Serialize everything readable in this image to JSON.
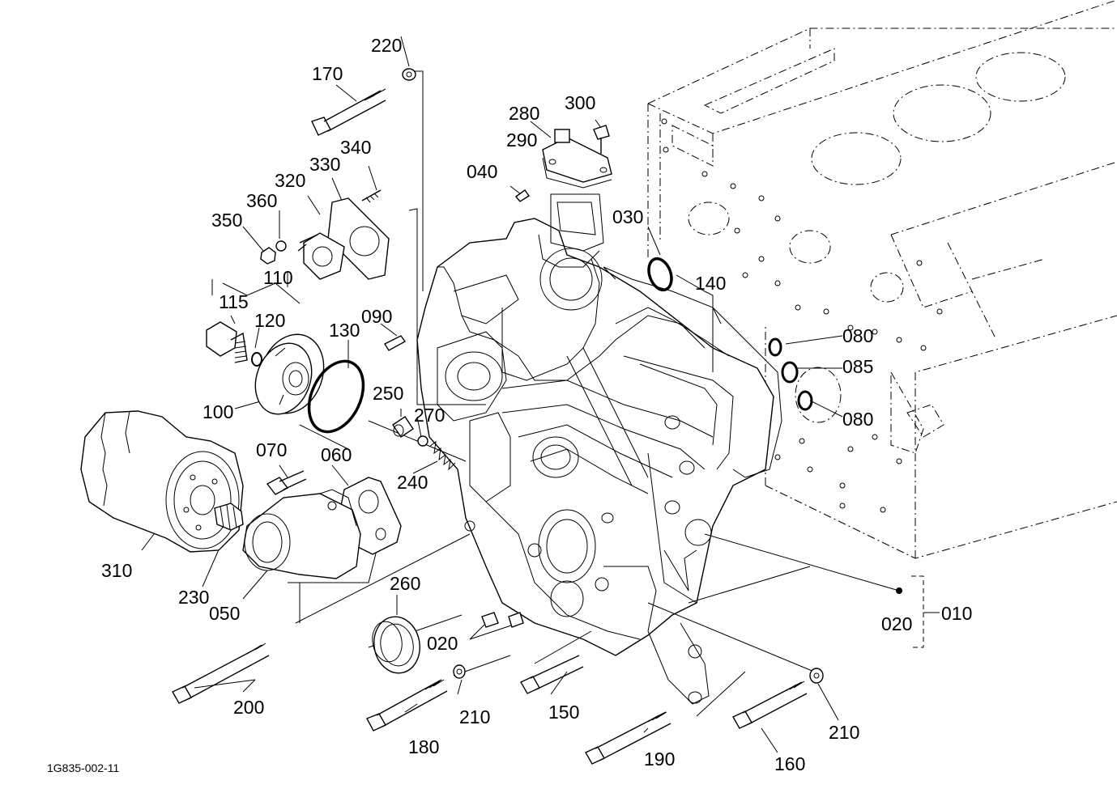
{
  "diagram": {
    "drawing_code": "1G835-002-11",
    "callouts": {
      "p220": "220",
      "p170": "170",
      "p280": "280",
      "p300": "300",
      "p290": "290",
      "p340": "340",
      "p330": "330",
      "p320": "320",
      "p040": "040",
      "p360": "360",
      "p350": "350",
      "p030": "030",
      "p110": "110",
      "p140": "140",
      "p115": "115",
      "p120": "120",
      "p090": "090",
      "p130": "130",
      "p080a": "080",
      "p085": "085",
      "p080b": "080",
      "p100": "100",
      "p250": "250",
      "p270": "270",
      "p070": "070",
      "p060": "060",
      "p240": "240",
      "p310": "310",
      "p230": "230",
      "p050": "050",
      "p260": "260",
      "p020a": "020",
      "p020b": "020",
      "p010": "010",
      "p200": "200",
      "p210a": "210",
      "p150": "150",
      "p180": "180",
      "p190": "190",
      "p160": "160",
      "p210b": "210"
    }
  }
}
